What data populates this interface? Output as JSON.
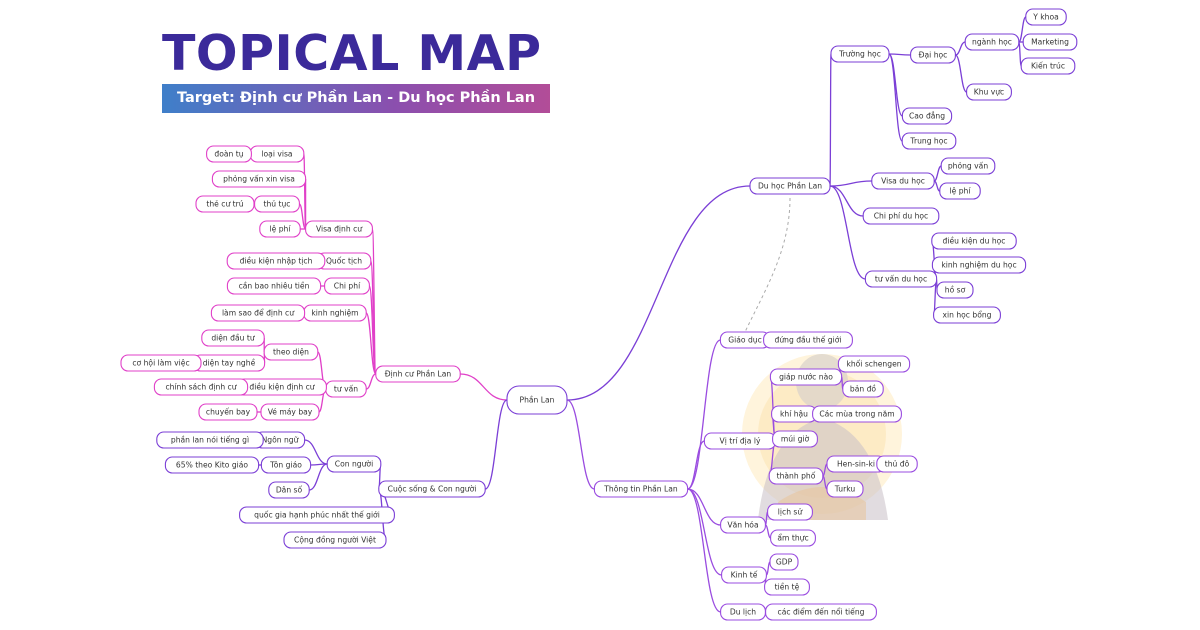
{
  "header": {
    "title": "TOPICAL MAP",
    "subtitle": "Target: Định cư Phần Lan - Du học Phần Lan"
  },
  "colors": {
    "title": "#3b2a9a",
    "pink": "#e040c8",
    "purple": "#7b3fd6",
    "violet": "#9a4ce0"
  },
  "nodes": [
    {
      "id": "root",
      "label": "Phần Lan"
    },
    {
      "id": "dh",
      "label": "Du học Phần Lan",
      "parent": "root",
      "branch": "purple"
    },
    {
      "id": "th",
      "label": "Trường học",
      "parent": "dh",
      "branch": "purple"
    },
    {
      "id": "dhoc",
      "label": "Đại học",
      "parent": "th",
      "branch": "purple"
    },
    {
      "id": "nganh",
      "label": "ngành học",
      "parent": "dhoc",
      "branch": "purple"
    },
    {
      "id": "yk",
      "label": "Y khoa",
      "parent": "nganh",
      "branch": "purple"
    },
    {
      "id": "mkt",
      "label": "Marketing",
      "parent": "nganh",
      "branch": "purple"
    },
    {
      "id": "kt",
      "label": "Kiến trúc",
      "parent": "nganh",
      "branch": "purple"
    },
    {
      "id": "kv",
      "label": "Khu vực",
      "parent": "dhoc",
      "branch": "purple"
    },
    {
      "id": "cd",
      "label": "Cao đẳng",
      "parent": "th",
      "branch": "purple"
    },
    {
      "id": "thoc",
      "label": "Trung học",
      "parent": "th",
      "branch": "purple"
    },
    {
      "id": "vdh",
      "label": "Visa du học",
      "parent": "dh",
      "branch": "purple"
    },
    {
      "id": "pv",
      "label": "phỏng vấn",
      "parent": "vdh",
      "branch": "purple"
    },
    {
      "id": "lp1",
      "label": "lệ phí",
      "parent": "vdh",
      "branch": "purple"
    },
    {
      "id": "cpdh",
      "label": "Chi phí du học",
      "parent": "dh",
      "branch": "purple"
    },
    {
      "id": "tvdh",
      "label": "tư vấn du học",
      "parent": "dh",
      "branch": "purple"
    },
    {
      "id": "dkdh",
      "label": "điều kiện du học",
      "parent": "tvdh",
      "branch": "purple"
    },
    {
      "id": "kndh",
      "label": "kinh nghiệm du học",
      "parent": "tvdh",
      "branch": "purple"
    },
    {
      "id": "hs",
      "label": "hồ sơ",
      "parent": "tvdh",
      "branch": "purple"
    },
    {
      "id": "xhb",
      "label": "xin học bổng",
      "parent": "tvdh",
      "branch": "purple"
    },
    {
      "id": "ttpl",
      "label": "Thông tin Phần Lan",
      "parent": "root",
      "branch": "violet"
    },
    {
      "id": "gd",
      "label": "Giáo dục",
      "parent": "ttpl",
      "branch": "violet"
    },
    {
      "id": "ddtg",
      "label": "đứng đầu thế giới",
      "parent": "gd",
      "branch": "violet"
    },
    {
      "id": "vtdl",
      "label": "Vị trí địa lý",
      "parent": "ttpl",
      "branch": "violet"
    },
    {
      "id": "gnn",
      "label": "giáp nước nào",
      "parent": "vtdl",
      "branch": "violet"
    },
    {
      "id": "ks",
      "label": "khối schengen",
      "parent": "gnn",
      "branch": "violet"
    },
    {
      "id": "bd",
      "label": "bản đồ",
      "parent": "gnn",
      "branch": "violet"
    },
    {
      "id": "khau",
      "label": "khí hậu",
      "parent": "vtdl",
      "branch": "violet"
    },
    {
      "id": "cmtn",
      "label": "Các mùa trong năm",
      "parent": "khau",
      "branch": "violet"
    },
    {
      "id": "mg",
      "label": "múi giờ",
      "parent": "vtdl",
      "branch": "violet"
    },
    {
      "id": "tp",
      "label": "thành phố",
      "parent": "vtdl",
      "branch": "violet"
    },
    {
      "id": "hsk",
      "label": "Hen-sin-ki",
      "parent": "tp",
      "branch": "violet"
    },
    {
      "id": "tdo",
      "label": "thủ đô",
      "parent": "hsk",
      "branch": "violet"
    },
    {
      "id": "turku",
      "label": "Turku",
      "parent": "tp",
      "branch": "violet"
    },
    {
      "id": "vh",
      "label": "Văn hóa",
      "parent": "ttpl",
      "branch": "violet"
    },
    {
      "id": "ls",
      "label": "lịch sử",
      "parent": "vh",
      "branch": "violet"
    },
    {
      "id": "at",
      "label": "ẩm thực",
      "parent": "vh",
      "branch": "violet"
    },
    {
      "id": "kte",
      "label": "Kinh tế",
      "parent": "ttpl",
      "branch": "violet"
    },
    {
      "id": "gdp",
      "label": "GDP",
      "parent": "kte",
      "branch": "violet"
    },
    {
      "id": "tt",
      "label": "tiền tệ",
      "parent": "kte",
      "branch": "violet"
    },
    {
      "id": "dl",
      "label": "Du lịch",
      "parent": "ttpl",
      "branch": "violet"
    },
    {
      "id": "cddnt",
      "label": "các điểm đến nổi tiếng",
      "parent": "dl",
      "branch": "violet"
    },
    {
      "id": "dcpl",
      "label": "Định cư Phần Lan",
      "parent": "root",
      "branch": "pink"
    },
    {
      "id": "vdc",
      "label": "Visa định cư",
      "parent": "dcpl",
      "branch": "pink"
    },
    {
      "id": "lvisa",
      "label": "loại visa",
      "parent": "vdc",
      "branch": "pink"
    },
    {
      "id": "dt",
      "label": "đoàn tụ",
      "parent": "lvisa",
      "branch": "pink"
    },
    {
      "id": "pvxv",
      "label": "phỏng vấn xin visa",
      "parent": "vdc",
      "branch": "pink"
    },
    {
      "id": "thtuc",
      "label": "thủ tục",
      "parent": "vdc",
      "branch": "pink"
    },
    {
      "id": "tct",
      "label": "thẻ cư trú",
      "parent": "thtuc",
      "branch": "pink"
    },
    {
      "id": "lp2",
      "label": "lệ phí",
      "parent": "vdc",
      "branch": "pink"
    },
    {
      "id": "qt",
      "label": "Quốc tịch",
      "parent": "dcpl",
      "branch": "pink"
    },
    {
      "id": "dknt",
      "label": "điều kiện nhập tịch",
      "parent": "qt",
      "branch": "pink"
    },
    {
      "id": "cp",
      "label": "Chi phí",
      "parent": "dcpl",
      "branch": "pink"
    },
    {
      "id": "cbnt",
      "label": "cần bao nhiêu tiền",
      "parent": "cp",
      "branch": "pink"
    },
    {
      "id": "kn",
      "label": "kinh nghiệm",
      "parent": "dcpl",
      "branch": "pink"
    },
    {
      "id": "lsddc",
      "label": "làm sao để định cư",
      "parent": "kn",
      "branch": "pink"
    },
    {
      "id": "tv",
      "label": "tư vấn",
      "parent": "dcpl",
      "branch": "pink"
    },
    {
      "id": "tdien",
      "label": "theo diện",
      "parent": "tv",
      "branch": "pink"
    },
    {
      "id": "ddt",
      "label": "diện đầu tư",
      "parent": "tdien",
      "branch": "pink"
    },
    {
      "id": "dtn",
      "label": "diện tay nghề",
      "parent": "tdien",
      "branch": "pink"
    },
    {
      "id": "chlv",
      "label": "cơ hội làm việc",
      "parent": "dtn",
      "branch": "pink"
    },
    {
      "id": "dkdc",
      "label": "điều kiện định cư",
      "parent": "tv",
      "branch": "pink"
    },
    {
      "id": "csdc",
      "label": "chính sách định cư",
      "parent": "dkdc",
      "branch": "pink"
    },
    {
      "id": "vmb",
      "label": "Vé máy bay",
      "parent": "tv",
      "branch": "pink"
    },
    {
      "id": "cb",
      "label": "chuyến bay",
      "parent": "vmb",
      "branch": "pink"
    },
    {
      "id": "cscn",
      "label": "Cuộc sống & Con người",
      "parent": "root",
      "branch": "purple"
    },
    {
      "id": "cn",
      "label": "Con người",
      "parent": "cscn",
      "branch": "purple"
    },
    {
      "id": "nn",
      "label": "Ngôn ngữ",
      "parent": "cn",
      "branch": "purple"
    },
    {
      "id": "plnt",
      "label": "phần lan nói tiếng gì",
      "parent": "nn",
      "branch": "purple"
    },
    {
      "id": "tg",
      "label": "Tôn giáo",
      "parent": "cn",
      "branch": "purple"
    },
    {
      "id": "kito",
      "label": "65% theo Kito giáo",
      "parent": "tg",
      "branch": "purple"
    },
    {
      "id": "ds",
      "label": "Dân số",
      "parent": "cn",
      "branch": "purple"
    },
    {
      "id": "qghp",
      "label": "quốc gia hạnh phúc nhất thế giới",
      "parent": "cscn",
      "branch": "purple"
    },
    {
      "id": "cdnv",
      "label": "Cộng đồng người Việt",
      "parent": "cscn",
      "branch": "purple"
    }
  ]
}
